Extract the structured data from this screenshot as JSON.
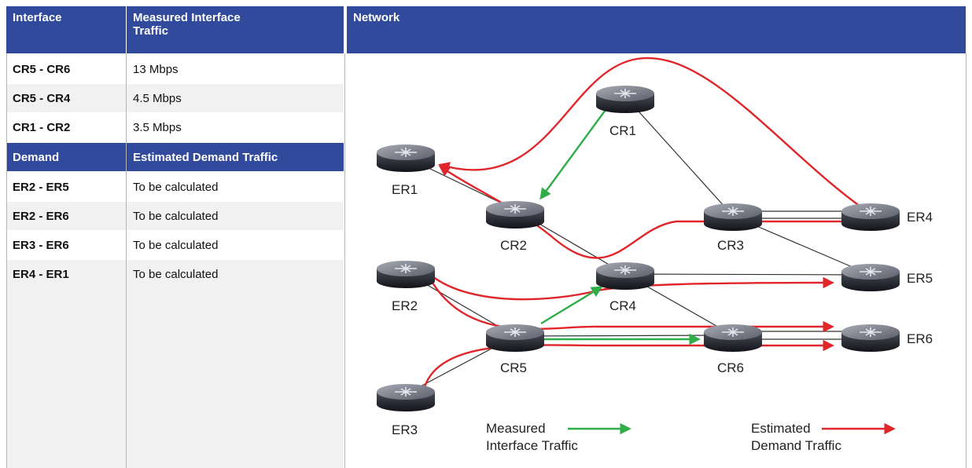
{
  "table": {
    "headers": {
      "interface": "Interface",
      "measured_line1": "Measured Interface",
      "measured_line2": "Traffic",
      "network": "Network"
    },
    "interface_rows": [
      {
        "name": "CR5 - CR6",
        "value": "13 Mbps"
      },
      {
        "name": "CR5 - CR4",
        "value": "4.5 Mbps"
      },
      {
        "name": "CR1 - CR2",
        "value": "3.5 Mbps"
      }
    ],
    "demand_header": {
      "demand": "Demand",
      "estimated": "Estimated Demand Traffic"
    },
    "demand_rows": [
      {
        "name": "ER2 - ER5",
        "value": "To be calculated"
      },
      {
        "name": "ER2 - ER6",
        "value": "To be calculated"
      },
      {
        "name": "ER3 - ER6",
        "value": "To be calculated"
      },
      {
        "name": "ER4 - ER1",
        "value": "To be calculated"
      }
    ]
  },
  "diagram": {
    "routers": {
      "CR1": "CR1",
      "CR2": "CR2",
      "CR3": "CR3",
      "CR4": "CR4",
      "CR5": "CR5",
      "CR6": "CR6",
      "ER1": "ER1",
      "ER2": "ER2",
      "ER3": "ER3",
      "ER4": "ER4",
      "ER5": "ER5",
      "ER6": "ER6"
    },
    "legend": {
      "measured_line1": "Measured",
      "measured_line2": "Interface Traffic",
      "estimated_line1": "Estimated",
      "estimated_line2": "Demand Traffic"
    },
    "colors": {
      "header": "#324a9c",
      "measured": "#2fad48",
      "estimated": "#e0262b",
      "link": "#333333"
    }
  }
}
